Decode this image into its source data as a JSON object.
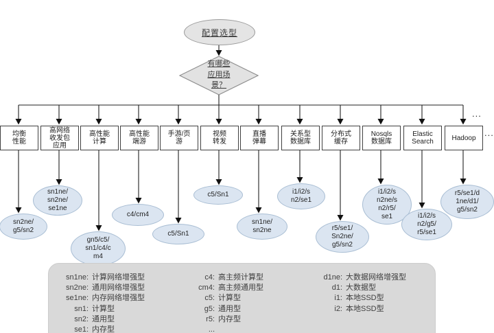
{
  "flow": {
    "root_label": "配置选型",
    "decision_label": "有哪些\n应用场\n景？",
    "ellipsis_top": "...",
    "ellipsis_side": "...",
    "branches": [
      {
        "label": "均衡\n性能",
        "result": "sn2ne/\ng5/sn2"
      },
      {
        "label": "高网络\n收发包\n应用",
        "result": "sn1ne/\nsn2ne/\nse1ne"
      },
      {
        "label": "高性能\n计算",
        "result": "gn5/c5/\nsn1/c4/c\nm4"
      },
      {
        "label": "高性能\n端游",
        "result": "c4/cm4"
      },
      {
        "label": "手游/页\n游",
        "result": "c5/Sn1"
      },
      {
        "label": "视频\n转发",
        "result": "c5/Sn1"
      },
      {
        "label": "直播\n弹幕",
        "result": "sn1ne/\nsn2ne"
      },
      {
        "label": "关系型\n数据库",
        "result": "i1/i2/s\nn2/se1"
      },
      {
        "label": "分布式\n缓存",
        "result": "r5/se1/\nSn2ne/\ng5/sn2"
      },
      {
        "label": "Nosqls\n数据库",
        "result": "i1/i2/s\nn2ne/s\nn2/r5/\nse1"
      },
      {
        "label": "Elastic\nSearch",
        "result": "i1/i2/s\nn2/g5/\nr5/se1"
      },
      {
        "label": "Hadoop",
        "result": "r5/se1/d\n1ne/d1/\ng5/sn2"
      }
    ]
  },
  "legend": {
    "columns": [
      {
        "items": [
          {
            "key": "sn1ne:",
            "value": "计算网络增强型"
          },
          {
            "key": "sn2ne:",
            "value": "通用网络增强型"
          },
          {
            "key": "se1ne:",
            "value": "内存网络增强型"
          },
          {
            "key": "sn1:",
            "value": "计算型"
          },
          {
            "key": "sn2:",
            "value": "通用型"
          },
          {
            "key": "se1:",
            "value": "内存型"
          }
        ]
      },
      {
        "items": [
          {
            "key": "c4:",
            "value": "高主频计算型"
          },
          {
            "key": "cm4:",
            "value": "高主频通用型"
          },
          {
            "key": "c5:",
            "value": "计算型"
          },
          {
            "key": "g5:",
            "value": "通用型"
          },
          {
            "key": "r5:",
            "value": "内存型"
          },
          {
            "key": "...",
            "value": ""
          }
        ]
      },
      {
        "items": [
          {
            "key": "d1ne:",
            "value": "大数据网络增强型"
          },
          {
            "key": "d1:",
            "value": "大数据型"
          },
          {
            "key": "i1:",
            "value": "本地SSD型"
          },
          {
            "key": "i2:",
            "value": "本地SSD型"
          }
        ]
      }
    ]
  },
  "colors": {
    "result_fill": "#dbe5f1",
    "result_stroke": "#a8bdd3",
    "shape_fill": "#e2e2e2",
    "legend_fill": "#d9d9d9",
    "line": "#1f1f1f"
  }
}
